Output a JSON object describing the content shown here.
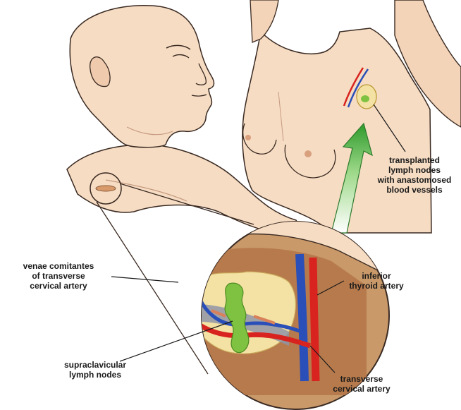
{
  "labels": {
    "transplanted": [
      "transplanted",
      "lymph nodes",
      "with anastomosed",
      "blood vessels"
    ],
    "venae": [
      "venae comitantes",
      "of transverse",
      "cervical artery"
    ],
    "inferior": [
      "inferior",
      "thyroid artery"
    ],
    "supraclavicular": [
      "supraclavicular",
      "lymph nodes"
    ],
    "transverse": [
      "transverse",
      "cervical artery"
    ]
  },
  "colors": {
    "skin": "#f6dcc3",
    "skin_shade": "#e8bfa2",
    "outline": "#3a2a22",
    "artery": "#d8231f",
    "vein": "#2a4fb8",
    "lymph_node": "#7fc241",
    "fat": "#f3e2a4",
    "arrow": "#3fae3a",
    "muscle": "#b77a4c"
  }
}
